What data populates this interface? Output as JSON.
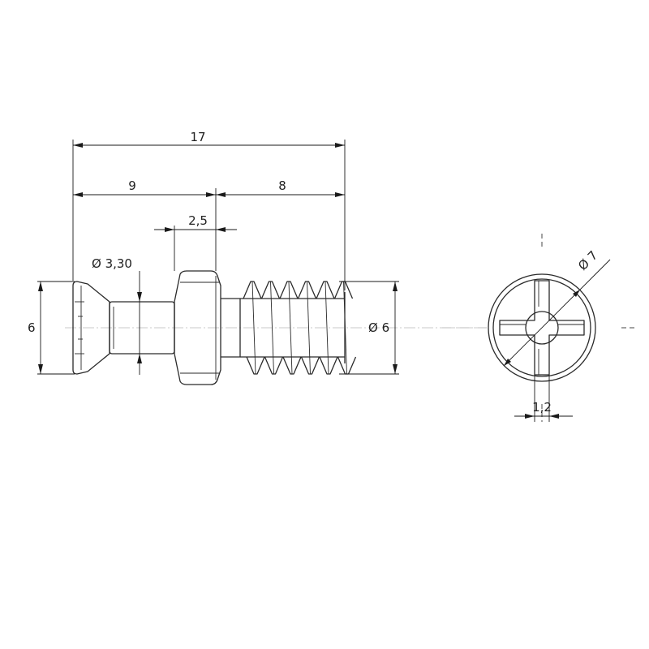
{
  "dimensions": {
    "total_length": "17",
    "head_section": "9",
    "thread_section": "8",
    "collar_width": "2,5",
    "neck_diameter": "Ø 3,30",
    "head_height": "6",
    "thread_diameter": "Ø 6",
    "end_view_diameter": "Ø 7",
    "slot_width": "1,2"
  }
}
